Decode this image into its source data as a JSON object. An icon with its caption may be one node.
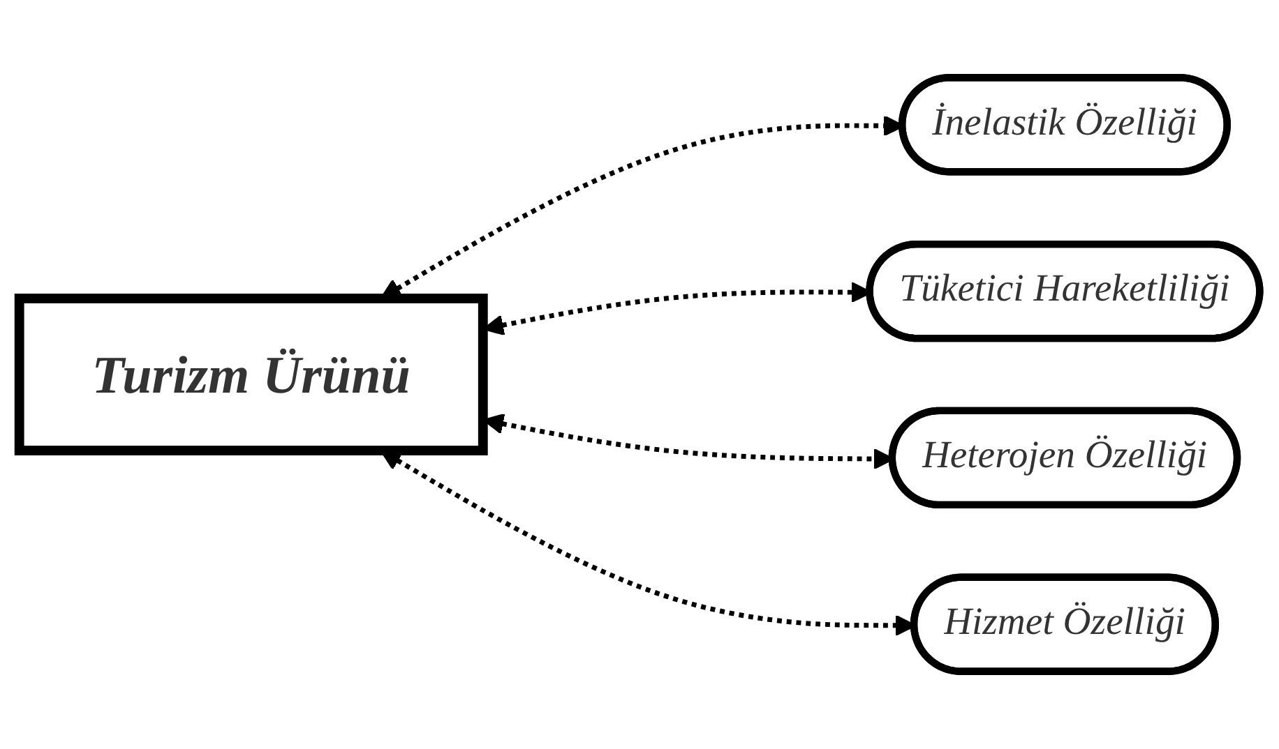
{
  "diagram": {
    "nodes": [
      {
        "text": [
          "Turizm Ürünü"
        ]
      },
      {
        "text": [
          "İnelastik Özelliği"
        ]
      },
      {
        "text": [
          "Tüketici Hareketliliği"
        ]
      },
      {
        "text": [
          "Heterojen Özelliği"
        ]
      },
      {
        "text": [
          "Hizmet Özelliği"
        ]
      }
    ],
    "edges": [
      {
        "from": 0,
        "to": 1,
        "arrow": "both",
        "style": "dashed"
      },
      {
        "from": 0,
        "to": 2,
        "arrow": "both",
        "style": "dashed"
      },
      {
        "from": 0,
        "to": 3,
        "arrow": "both",
        "style": "dashed"
      },
      {
        "from": 0,
        "to": 4,
        "arrow": "both",
        "style": "dashed"
      }
    ]
  }
}
